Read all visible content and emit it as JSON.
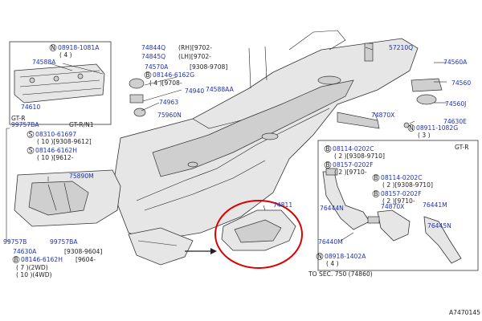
{
  "image_id": "A7470145",
  "labels": [
    {
      "id": "n08918",
      "prefix": "N",
      "text": "08918-1081A",
      "sub": [
        "( 4 )"
      ],
      "color": "part"
    },
    {
      "id": "p74588A",
      "text": "74588A",
      "color": "part"
    },
    {
      "id": "p74610",
      "text": "74610",
      "color": "part"
    },
    {
      "id": "gtr1",
      "text": "GT-R",
      "color": "text"
    },
    {
      "id": "p99757BA",
      "text": "99757BA",
      "color": "part"
    },
    {
      "id": "gtrn1",
      "text": "GT-R/N1",
      "color": "text"
    },
    {
      "id": "s08310",
      "prefix": "S",
      "text": "08310-61697",
      "sub": [
        "( 10 )[9308-9612]"
      ],
      "color": "part"
    },
    {
      "id": "s08146a",
      "prefix": "S",
      "text": "08146-6162H",
      "sub": [
        "( 10 )[9612-"
      ],
      "color": "part"
    },
    {
      "id": "p75890M",
      "text": "75890M",
      "color": "part"
    },
    {
      "id": "p99757B",
      "text": "99757B",
      "color": "part"
    },
    {
      "id": "p99757BA2",
      "text": "99757BA",
      "color": "part"
    },
    {
      "id": "p74630A",
      "text": "74630A",
      "color": "part"
    },
    {
      "id": "p9308_9604",
      "text": "[9308-9604]",
      "color": "text"
    },
    {
      "id": "b08146",
      "prefix": "B",
      "text": "08146-6162H",
      "color": "part"
    },
    {
      "id": "b08146d",
      "text": "[9604-",
      "color": "text"
    },
    {
      "id": "b2wd",
      "text": "( 7 )(2WD)",
      "color": "text"
    },
    {
      "id": "b4wd",
      "text": "( 10 )(4WD)",
      "color": "text"
    },
    {
      "id": "p74844Q",
      "text": "74844Q",
      "color": "part"
    },
    {
      "id": "p74844Qr",
      "text": "(RH)[9702-",
      "color": "text"
    },
    {
      "id": "p74845Q",
      "text": "74845Q",
      "color": "part"
    },
    {
      "id": "p74845Qr",
      "text": "(LH)[9702-",
      "color": "text"
    },
    {
      "id": "p74570A",
      "text": "74570A",
      "color": "part"
    },
    {
      "id": "p74570Ar",
      "text": "[9308-9708]",
      "color": "text"
    },
    {
      "id": "b08146b",
      "prefix": "B",
      "text": "08146-6162G",
      "color": "part"
    },
    {
      "id": "b08146bq",
      "text": "( 4 )[9708-",
      "color": "text"
    },
    {
      "id": "p74940",
      "text": "74940",
      "color": "part"
    },
    {
      "id": "p74963",
      "text": "74963",
      "color": "part"
    },
    {
      "id": "p75960N",
      "text": "75960N",
      "color": "part"
    },
    {
      "id": "p74588AA",
      "text": "74588AA",
      "color": "part"
    },
    {
      "id": "p57210Q",
      "text": "57210Q",
      "color": "part"
    },
    {
      "id": "p74560A",
      "text": "74560A",
      "color": "part"
    },
    {
      "id": "p74560",
      "text": "74560",
      "color": "part"
    },
    {
      "id": "p74560J",
      "text": "74560J",
      "color": "part"
    },
    {
      "id": "p74870X",
      "text": "74870X",
      "color": "part"
    },
    {
      "id": "p74630E",
      "text": "74630E",
      "color": "part"
    },
    {
      "id": "n08911",
      "prefix": "N",
      "text": "08911-1082G",
      "sub": [
        "( 3 )"
      ],
      "color": "part"
    },
    {
      "id": "gtr2",
      "text": "GT-R",
      "color": "text"
    },
    {
      "id": "b08114a",
      "prefix": "B",
      "text": "08114-0202C",
      "sub": [
        "( 2 )[9308-9710]"
      ],
      "color": "part"
    },
    {
      "id": "b08157a",
      "prefix": "B",
      "text": "08157-0202F",
      "sub": [
        "( 2 )[9710-"
      ],
      "color": "part"
    },
    {
      "id": "b08114b",
      "prefix": "B",
      "text": "08114-0202C",
      "sub": [
        "( 2 )[9308-9710]"
      ],
      "color": "part"
    },
    {
      "id": "b08157b",
      "prefix": "B",
      "text": "08157-0202F",
      "sub": [
        "( 2 )[9710-"
      ],
      "color": "part"
    },
    {
      "id": "p76441M",
      "text": "76441M",
      "color": "part"
    },
    {
      "id": "p74811",
      "text": "74811",
      "color": "part"
    },
    {
      "id": "p76444N",
      "text": "76444N",
      "color": "part"
    },
    {
      "id": "p74870X2",
      "text": "74870X",
      "color": "part"
    },
    {
      "id": "p76445N",
      "text": "76445N",
      "color": "part"
    },
    {
      "id": "p76440M",
      "text": "76440M",
      "color": "part"
    },
    {
      "id": "n08918b",
      "prefix": "N",
      "text": "08918-1402A",
      "sub": [
        "( 4 )"
      ],
      "color": "part"
    },
    {
      "id": "tosec",
      "text": "TO SEC. 750 (74860)",
      "color": "text"
    }
  ]
}
